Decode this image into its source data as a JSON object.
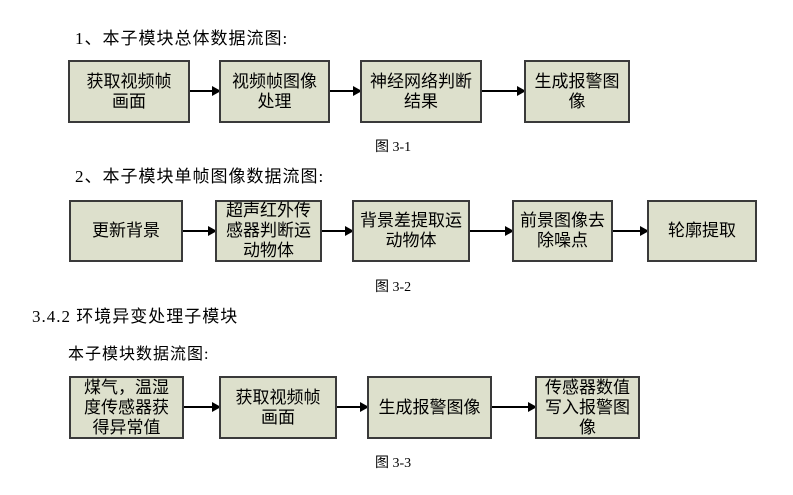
{
  "colors": {
    "page_bg": "#ffffff",
    "box_fill": "#dde0cc",
    "box_border": "#3a3a3a",
    "arrow": "#000000",
    "text": "#000000"
  },
  "sections": [
    {
      "heading": "1、本子模块总体数据流图:",
      "caption": "图 3-1",
      "boxes": [
        {
          "label": "获取视频帧\n画面"
        },
        {
          "label": "视频帧图像\n处理"
        },
        {
          "label": "神经网络判断\n结果"
        },
        {
          "label": "生成报警图\n像"
        }
      ]
    },
    {
      "heading": "2、本子模块单帧图像数据流图:",
      "caption": "图 3-2",
      "boxes": [
        {
          "label": "更新背景"
        },
        {
          "label": "超声红外传\n感器判断运\n动物体"
        },
        {
          "label": "背景差提取运\n动物体"
        },
        {
          "label": "前景图像去\n除噪点"
        },
        {
          "label": "轮廓提取"
        }
      ]
    },
    {
      "heading": "3.4.2 环境异变处理子模块",
      "subheading": "本子模块数据流图:",
      "caption": "图 3-3",
      "boxes": [
        {
          "label": "煤气，温湿\n度传感器获\n得异常值"
        },
        {
          "label": "获取视频帧\n画面"
        },
        {
          "label": "生成报警图像"
        },
        {
          "label": "传感器数值\n写入报警图\n像"
        }
      ]
    }
  ]
}
